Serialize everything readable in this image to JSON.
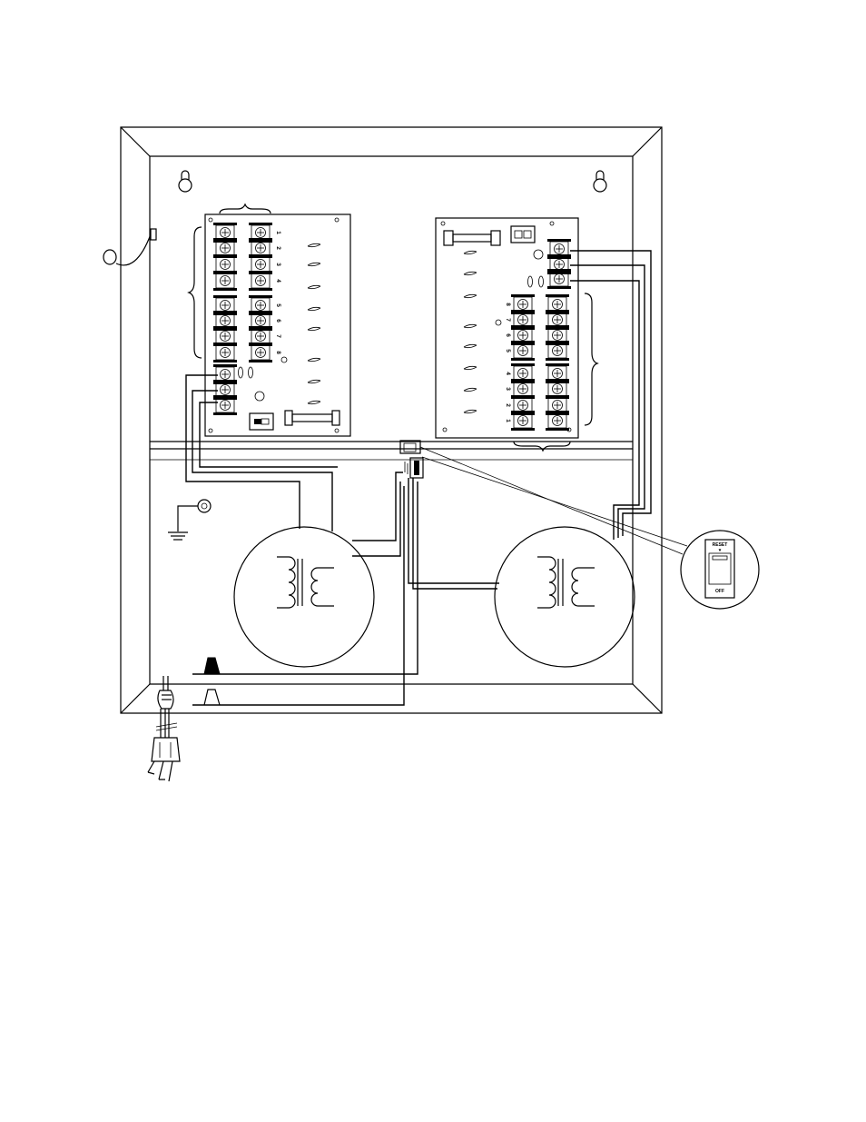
{
  "left_board": {
    "terminal_labels": [
      "1",
      "2",
      "3",
      "4",
      "5",
      "6",
      "7",
      "8"
    ]
  },
  "right_board": {
    "terminal_labels": [
      "8",
      "7",
      "6",
      "5",
      "4",
      "3",
      "2",
      "1"
    ]
  },
  "reset_switch": {
    "top_label": "RESET",
    "bottom_label": "OFF"
  }
}
